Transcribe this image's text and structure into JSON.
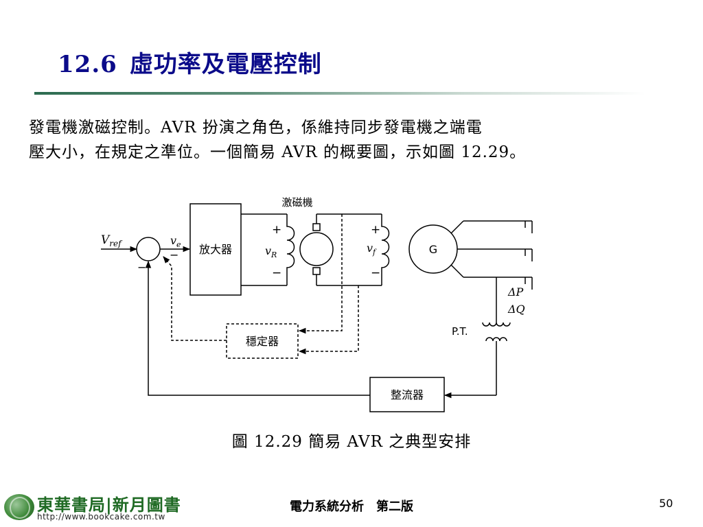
{
  "slide": {
    "title_number": "12.6",
    "title_text": "虛功率及電壓控制",
    "paragraph_line1": "發電機激磁控制。AVR 扮演之角色，係維持同步發電機之端電",
    "paragraph_line2": "壓大小，在規定之準位。一個簡易 AVR 的概要圖，示如圖 12.29。",
    "caption": "圖 12.29  簡易 AVR 之典型安排",
    "page_number": "50"
  },
  "diagram": {
    "exciter_label": "激磁機",
    "amplifier_label": "放大器",
    "stabilizer_label": "穩定器",
    "rectifier_label": "整流器",
    "generator_label": "G",
    "v_ref_main": "V",
    "v_ref_sub": "ref",
    "v_e_main": "v",
    "v_e_sub": "e",
    "v_r_main": "v",
    "v_r_sub": "R",
    "v_f_main": "v",
    "v_f_sub": "f",
    "delta_p": "ΔP",
    "delta_q": "ΔQ",
    "pt_label": "P.T.",
    "plus_sign": "+",
    "minus_sign": "−"
  },
  "footer": {
    "publisher": "東華書局|新月圖書",
    "url": "http://www.bookcake.com.tw",
    "book_title": "電力系統分析　第二版"
  }
}
